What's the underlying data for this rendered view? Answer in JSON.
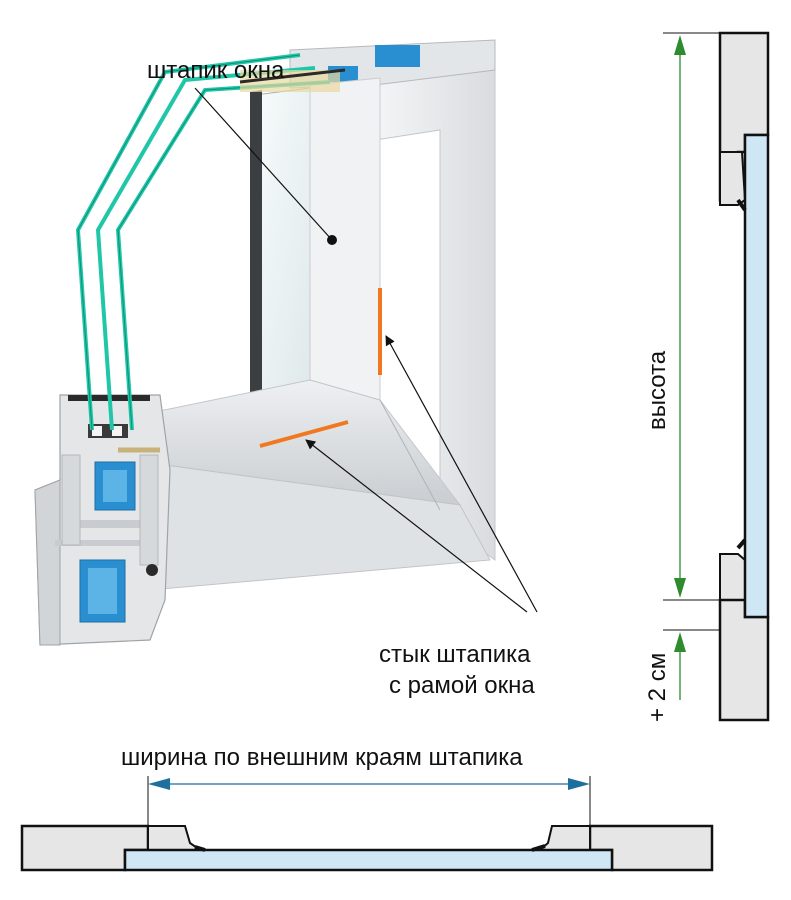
{
  "labels": {
    "bead": "штапик окна",
    "joint_line1": "стык штапика",
    "joint_line2": "с рамой окна",
    "height": "высота",
    "offset": "+ 2 см",
    "width": "ширина по внешним краям штапика"
  },
  "colors": {
    "glass_edge": "#1fc7a8",
    "frame_light": "#eceef0",
    "frame_mid": "#d6d9dc",
    "frame_dark": "#b9bdc1",
    "reinforcement": "#2a8fd0",
    "seal": "#2a2a2a",
    "joint_marker": "#f07820",
    "height_arrow": "#2e8b2e",
    "width_arrow": "#1f6f9e",
    "section_fill": "#e6e6e6",
    "section_glass": "#cfe6f5",
    "outline": "#111111"
  }
}
